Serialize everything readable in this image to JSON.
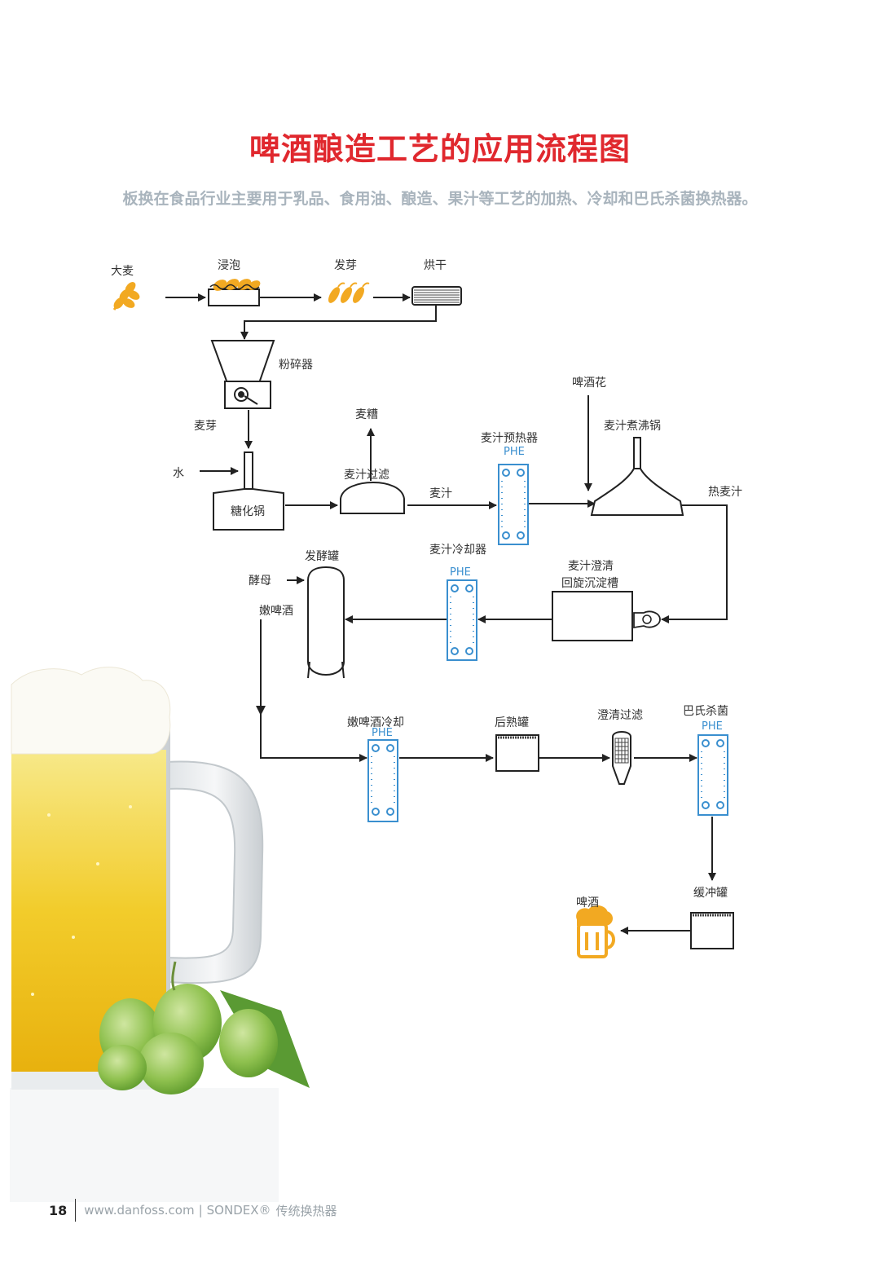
{
  "title": "啤酒酿造工艺的应用流程图",
  "subtitle": "板换在食品行业主要用于乳品、食用油、酿造、果汁等工艺的加热、冷却和巴氏杀菌换热器。",
  "labels": {
    "barley": "大麦",
    "steeping": "浸泡",
    "germination": "发芽",
    "drying": "烘干",
    "mill": "粉碎器",
    "malt": "麦芽",
    "water": "水",
    "mash_tun": "糖化锅",
    "spent_grain": "麦糟",
    "lauter": "麦汁过滤",
    "wort": "麦汁",
    "wort_preheater": "麦汁预热器",
    "hops": "啤酒花",
    "wort_boiler": "麦汁煮沸锅",
    "hot_wort": "热麦汁",
    "fermenter": "发酵罐",
    "yeast": "酵母",
    "wort_cooler": "麦汁冷却器",
    "whirlpool_line1": "麦汁澄清",
    "whirlpool_line2": "回旋沉淀槽",
    "young_beer": "嫩啤酒",
    "young_beer_cooling": "嫩啤酒冷却",
    "maturation_tank": "后熟罐",
    "clarification_filter": "澄清过滤",
    "pasteurization": "巴氏杀菌",
    "buffer_tank": "缓冲罐",
    "beer": "啤酒",
    "phe": "PHE"
  },
  "footer": {
    "page_number": "18",
    "website": "www.danfoss.com",
    "separator": "|",
    "brand": "SONDEX®",
    "product": "传统换热器"
  },
  "colors": {
    "title": "#e0282e",
    "subtitle": "#a9b4bd",
    "phe": "#3a8fcf",
    "grain": "#f2a922",
    "beer_icon": "#f2a922",
    "line": "#222222"
  }
}
